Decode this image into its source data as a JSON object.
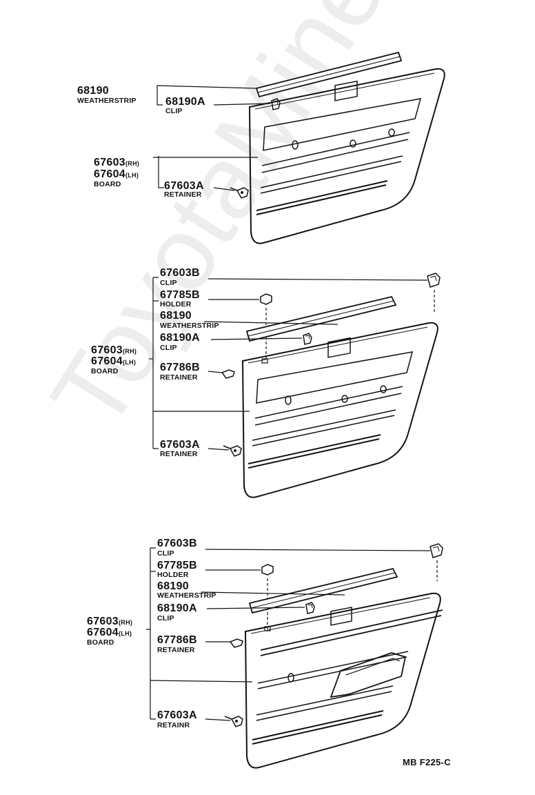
{
  "watermark": "ToyotaMine.ru",
  "figure_code": "MB F225-C",
  "sections": [
    {
      "labels": [
        {
          "pn": "68190",
          "desc": "WEATHERSTRIP"
        },
        {
          "pn": "68190A",
          "desc": "CLIP"
        },
        {
          "pn": "67603",
          "sfx": "(RH)"
        },
        {
          "pn": "67604",
          "sfx": "(LH)",
          "desc": "BOARD"
        },
        {
          "pn": "67603A",
          "desc": "RETAINER"
        }
      ]
    },
    {
      "labels": [
        {
          "pn": "67603B",
          "desc": "CLIP"
        },
        {
          "pn": "67785B",
          "desc": "HOLDER"
        },
        {
          "pn": "68190",
          "desc": "WEATHERSTRIP"
        },
        {
          "pn": "68190A",
          "desc": "CLIP"
        },
        {
          "pn": "67603",
          "sfx": "(RH)"
        },
        {
          "pn": "67604",
          "sfx": "(LH)",
          "desc": "BOARD"
        },
        {
          "pn": "67786B",
          "desc": "RETAINER"
        },
        {
          "pn": "67603A",
          "desc": "RETAINER"
        }
      ]
    },
    {
      "labels": [
        {
          "pn": "67603B",
          "desc": "CLIP"
        },
        {
          "pn": "67785B",
          "desc": "HOLDER"
        },
        {
          "pn": "68190",
          "desc": "WEATHERSTRIP"
        },
        {
          "pn": "68190A",
          "desc": "CLIP"
        },
        {
          "pn": "67603",
          "sfx": "(RH)"
        },
        {
          "pn": "67604",
          "sfx": "(LH)",
          "desc": "BOARD"
        },
        {
          "pn": "67786B",
          "desc": "RETAINER"
        },
        {
          "pn": "67603A",
          "desc": "RETAINR"
        }
      ]
    }
  ]
}
